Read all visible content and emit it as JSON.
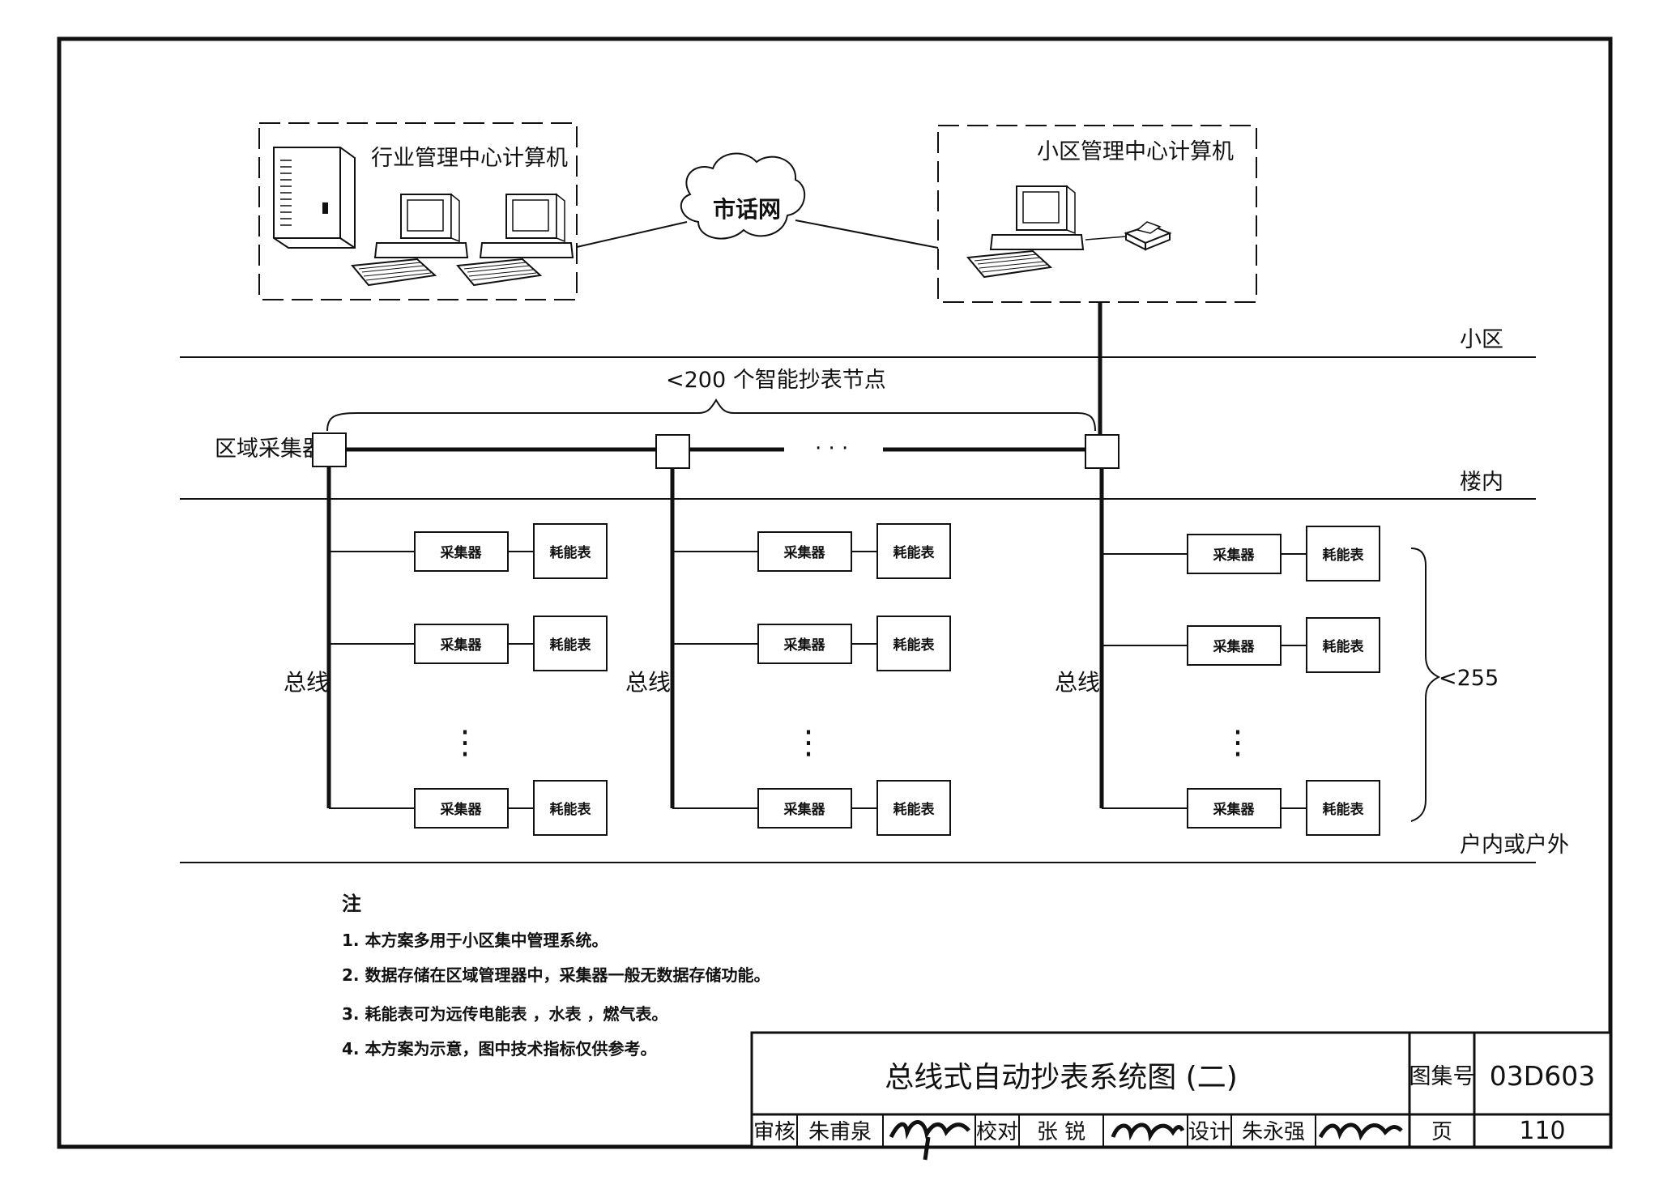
{
  "computers": {
    "industry_center": "行业管理中心计算机",
    "community_center": "小区管理中心计算机",
    "network": "市话网"
  },
  "zones": {
    "community": "小区",
    "building": "楼内",
    "household": "户内或户外"
  },
  "bus": {
    "node_count_label": "<200 个智能抄表节点",
    "regional_collector": "区域采集器",
    "ellipsis": "· · ·",
    "bus_label": "总线",
    "collector": "采集器",
    "meter": "耗能表",
    "vdots": "⋮",
    "meter_count_label": "<255"
  },
  "notes": {
    "title": "注",
    "items": [
      "1. 本方案多用于小区集中管理系统。",
      "2. 数据存储在区域管理器中，采集器一般无数据存储功能。",
      "3. 耗能表可为远传电能表 ，水表 ，燃气表。",
      "4. 本方案为示意，图中技术指标仅供参考。"
    ]
  },
  "title_block": {
    "drawing_title": "总线式自动抄表系统图 (二)",
    "atlas_label": "图集号",
    "atlas_no": "03D603",
    "review_label": "审核",
    "reviewer": "朱甫泉",
    "check_label": "校对",
    "checker": "张  锐",
    "design_label": "设计",
    "designer": "朱永强",
    "page_label": "页",
    "page_no": "110"
  }
}
